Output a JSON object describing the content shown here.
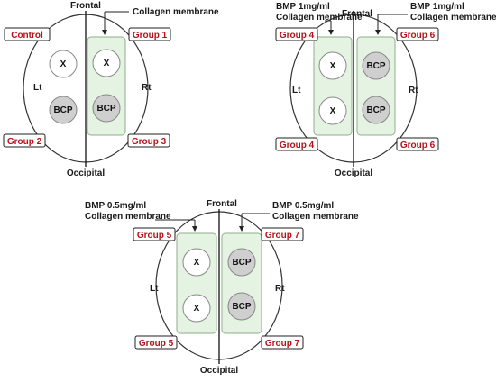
{
  "colors": {
    "group_text": "#b5121b",
    "membrane_fill": "#e5f3e3",
    "membrane_stroke": "#8fae8b",
    "bcp_fill": "#cfcfcf",
    "empty_fill": "#ffffff",
    "outline": "#333333"
  },
  "panel_left": {
    "frontal": "Frontal",
    "occipital": "Occipital",
    "left_side": "Lt",
    "right_side": "Rt",
    "annotation": "Collagen membrane",
    "group_top_left": "Control",
    "group_top_right": "Group 1",
    "group_bottom_left": "Group 2",
    "group_bottom_right": "Group 3",
    "defect_top_left": "X",
    "defect_top_right": "X",
    "defect_bottom_left": "BCP",
    "defect_bottom_right": "BCP"
  },
  "panel_right": {
    "frontal": "Frontal",
    "occipital": "Occipital",
    "left_side": "Lt",
    "right_side": "Rt",
    "annotation_left_line1": "BMP 1mg/ml",
    "annotation_left_line2": "Collagen membrane",
    "annotation_right_line1": "BMP 1mg/ml",
    "annotation_right_line2": "Collagen membrane",
    "group_top_left": "Group 4",
    "group_top_right": "Group 6",
    "group_bottom_left": "Group 4",
    "group_bottom_right": "Group 6",
    "defect_top_left": "X",
    "defect_top_right": "BCP",
    "defect_bottom_left": "X",
    "defect_bottom_right": "BCP"
  },
  "panel_bottom": {
    "frontal": "Frontal",
    "occipital": "Occipital",
    "left_side": "Lt",
    "right_side": "Rt",
    "annotation_left_line1": "BMP 0.5mg/ml",
    "annotation_left_line2": "Collagen membrane",
    "annotation_right_line1": "BMP 0.5mg/ml",
    "annotation_right_line2": "Collagen membrane",
    "group_top_left": "Group 5",
    "group_top_right": "Group 7",
    "group_bottom_left": "Group 5",
    "group_bottom_right": "Group 7",
    "defect_top_left": "X",
    "defect_top_right": "BCP",
    "defect_bottom_left": "X",
    "defect_bottom_right": "BCP"
  }
}
